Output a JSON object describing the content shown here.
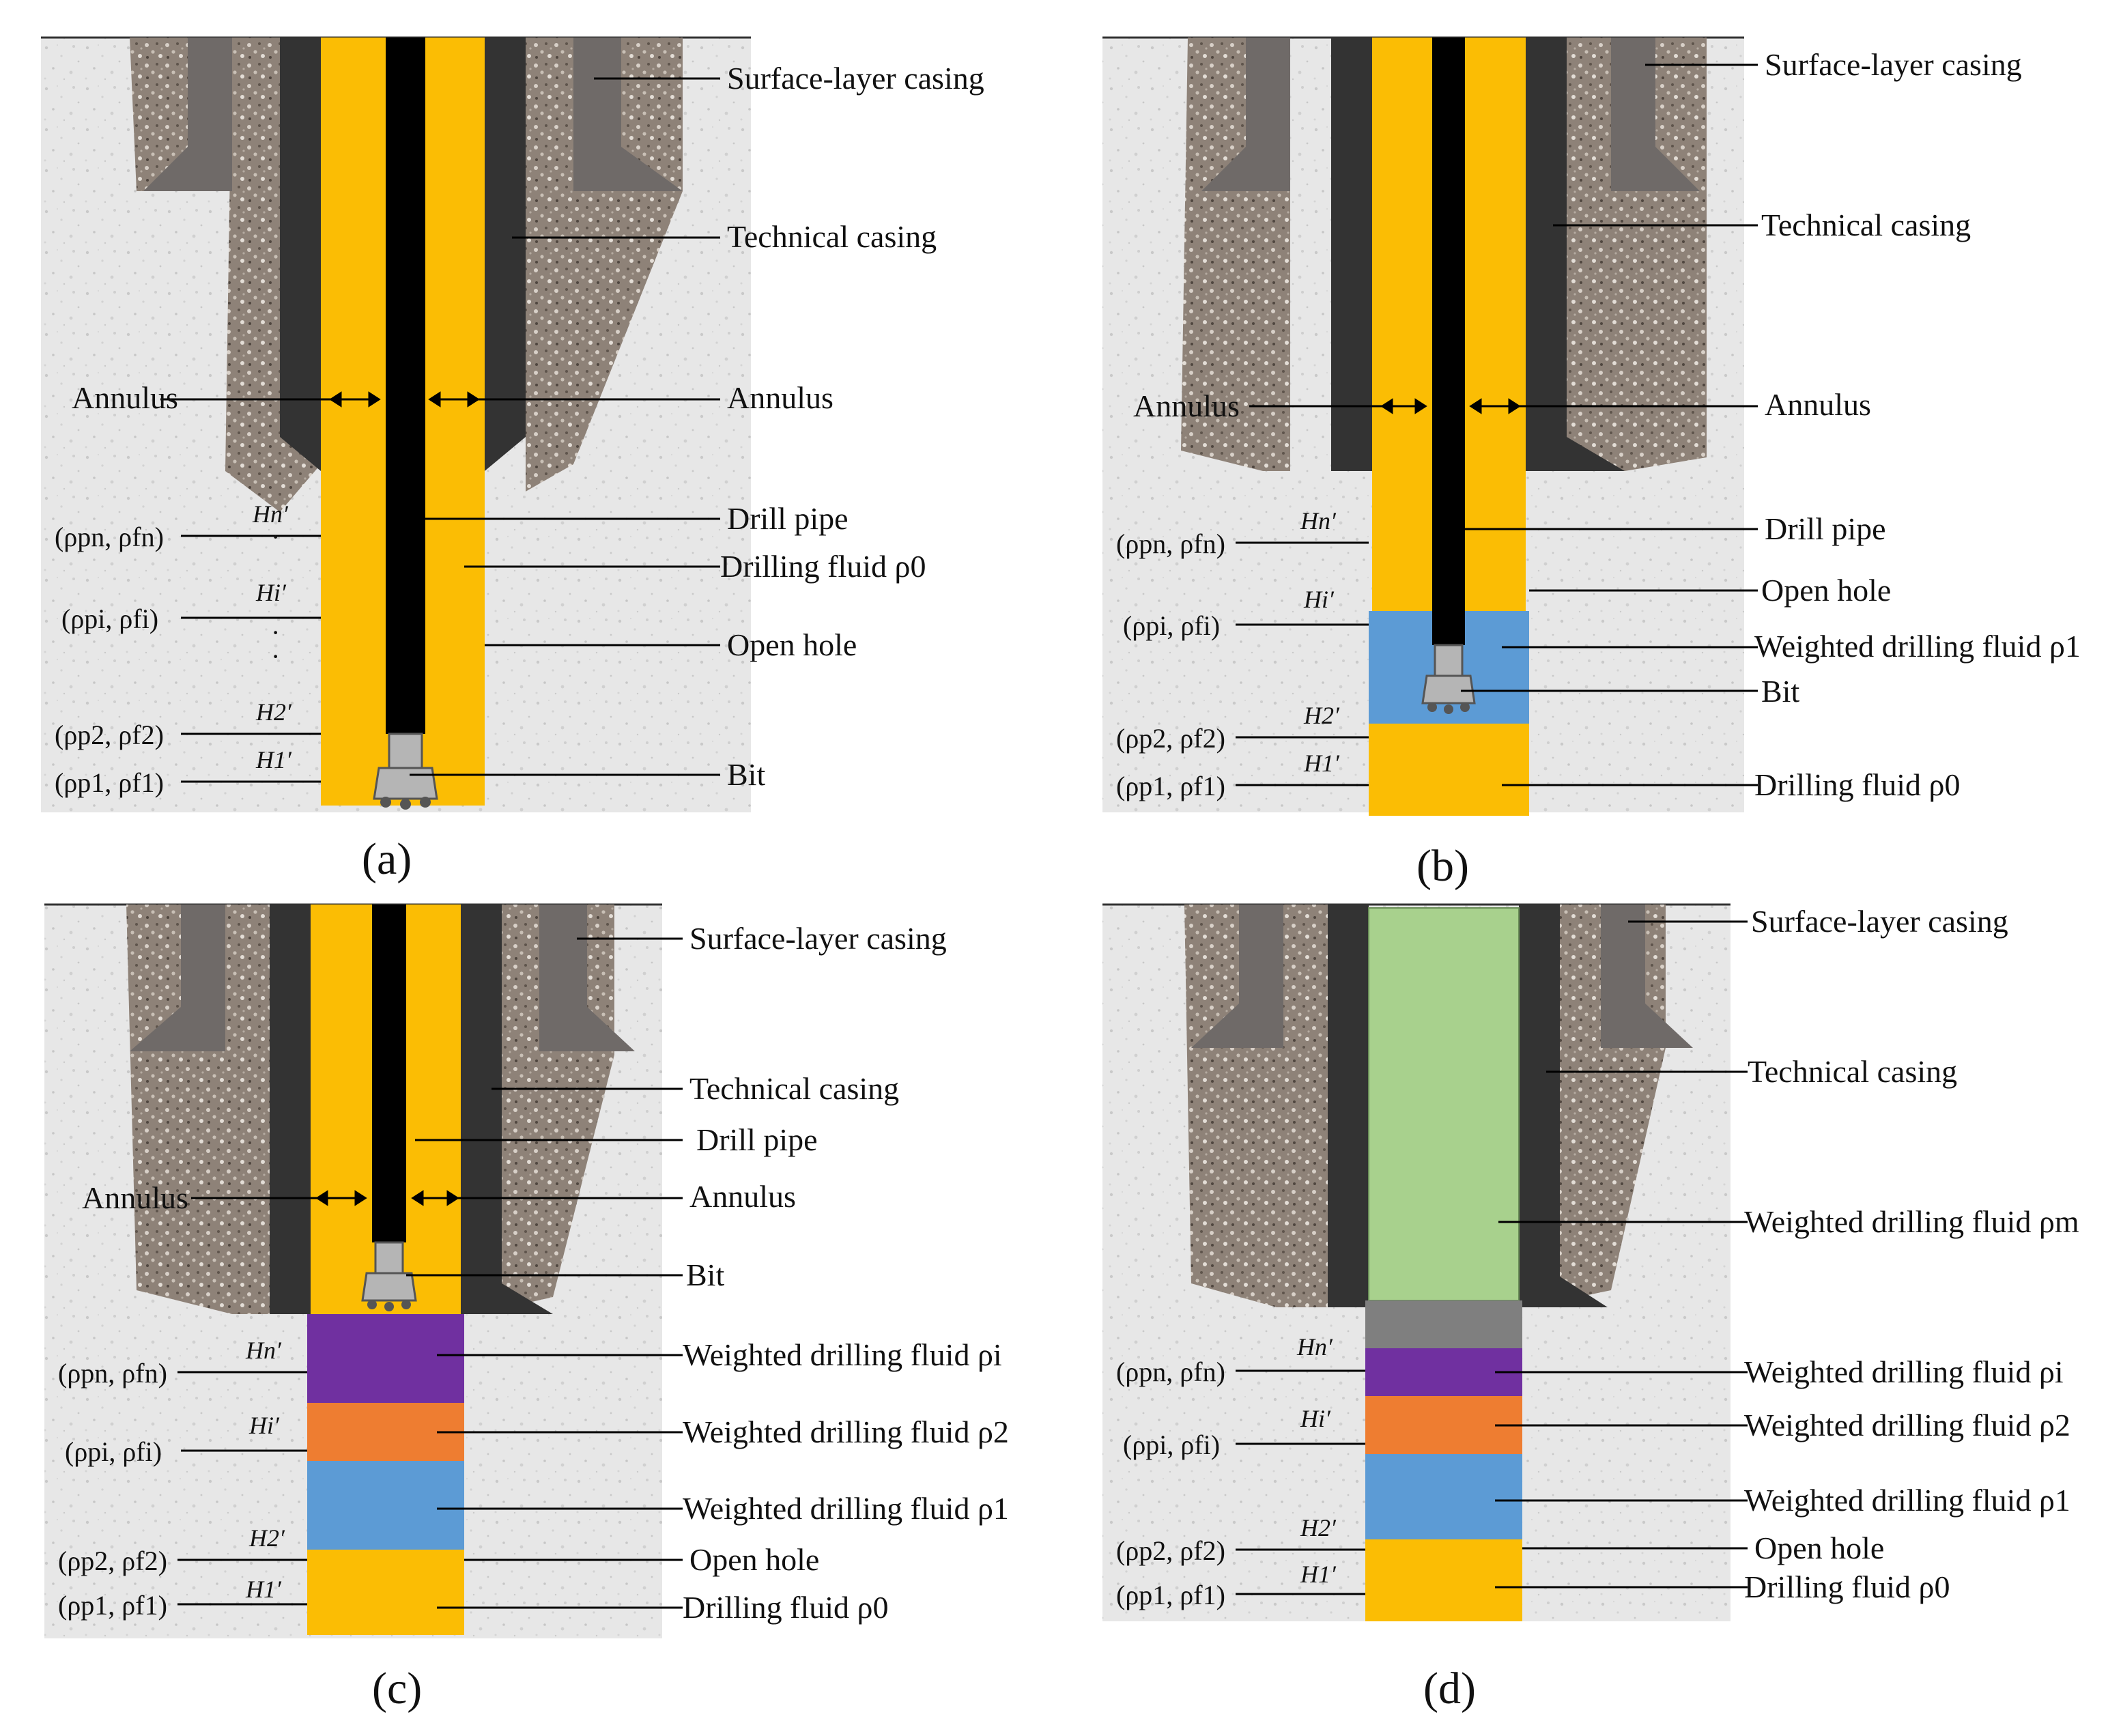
{
  "colors": {
    "ground": "#e7e7e7",
    "cement": "#8e8278",
    "surface_casing": "#6f6a68",
    "technical_casing": "#333333",
    "drilling_fluid": "#fbbd04",
    "drill_pipe": "#000000",
    "bit": "#b5b5b5",
    "blue_fluid": "#5c9bd5",
    "orange_fluid": "#ee7d31",
    "purple_fluid": "#7030a0",
    "green_fluid": "#a8d18d",
    "gray_fluid": "#7f7f7f"
  },
  "layer_notation": {
    "n": {
      "pressure": "(ρpn, ρfn)",
      "height": "Hn′"
    },
    "i": {
      "pressure": "(ρpi, ρfi)",
      "height": "Hi′"
    },
    "two": {
      "pressure": "(ρp2, ρf2)",
      "height": "H2′"
    },
    "one": {
      "pressure": "(ρp1, ρf1)",
      "height": "H1′"
    }
  },
  "panels": [
    {
      "caption": "(a)",
      "labels": {
        "surface_casing": "Surface-layer casing",
        "technical_casing": "Technical casing",
        "annulus_left": "Annulus",
        "annulus_right": "Annulus",
        "drill_pipe": "Drill pipe",
        "drilling_fluid": "Drilling fluid ρ0",
        "open_hole": "Open hole",
        "bit": "Bit"
      }
    },
    {
      "caption": "(b)",
      "labels": {
        "surface_casing": "Surface-layer casing",
        "technical_casing": "Technical casing",
        "annulus_left": "Annulus",
        "annulus_right": "Annulus",
        "drill_pipe": "Drill pipe",
        "open_hole": "Open hole",
        "weighted_1": "Weighted drilling fluid ρ1",
        "bit": "Bit",
        "drilling_fluid": "Drilling fluid ρ0"
      }
    },
    {
      "caption": "(c)",
      "labels": {
        "surface_casing": "Surface-layer casing",
        "technical_casing": "Technical casing",
        "drill_pipe": "Drill pipe",
        "annulus_left": "Annulus",
        "annulus_right": "Annulus",
        "bit": "Bit",
        "weighted_i": "Weighted drilling fluid ρi",
        "weighted_2": "Weighted drilling fluid ρ2",
        "weighted_1": "Weighted drilling fluid ρ1",
        "open_hole": "Open hole",
        "drilling_fluid": "Drilling fluid ρ0"
      }
    },
    {
      "caption": "(d)",
      "labels": {
        "surface_casing": "Surface-layer casing",
        "technical_casing": "Technical casing",
        "weighted_m": "Weighted drilling fluid ρm",
        "weighted_i": "Weighted drilling fluid ρi",
        "weighted_2": "Weighted drilling fluid ρ2",
        "weighted_1": "Weighted drilling fluid ρ1",
        "open_hole": "Open hole",
        "drilling_fluid": "Drilling fluid ρ0"
      }
    }
  ]
}
